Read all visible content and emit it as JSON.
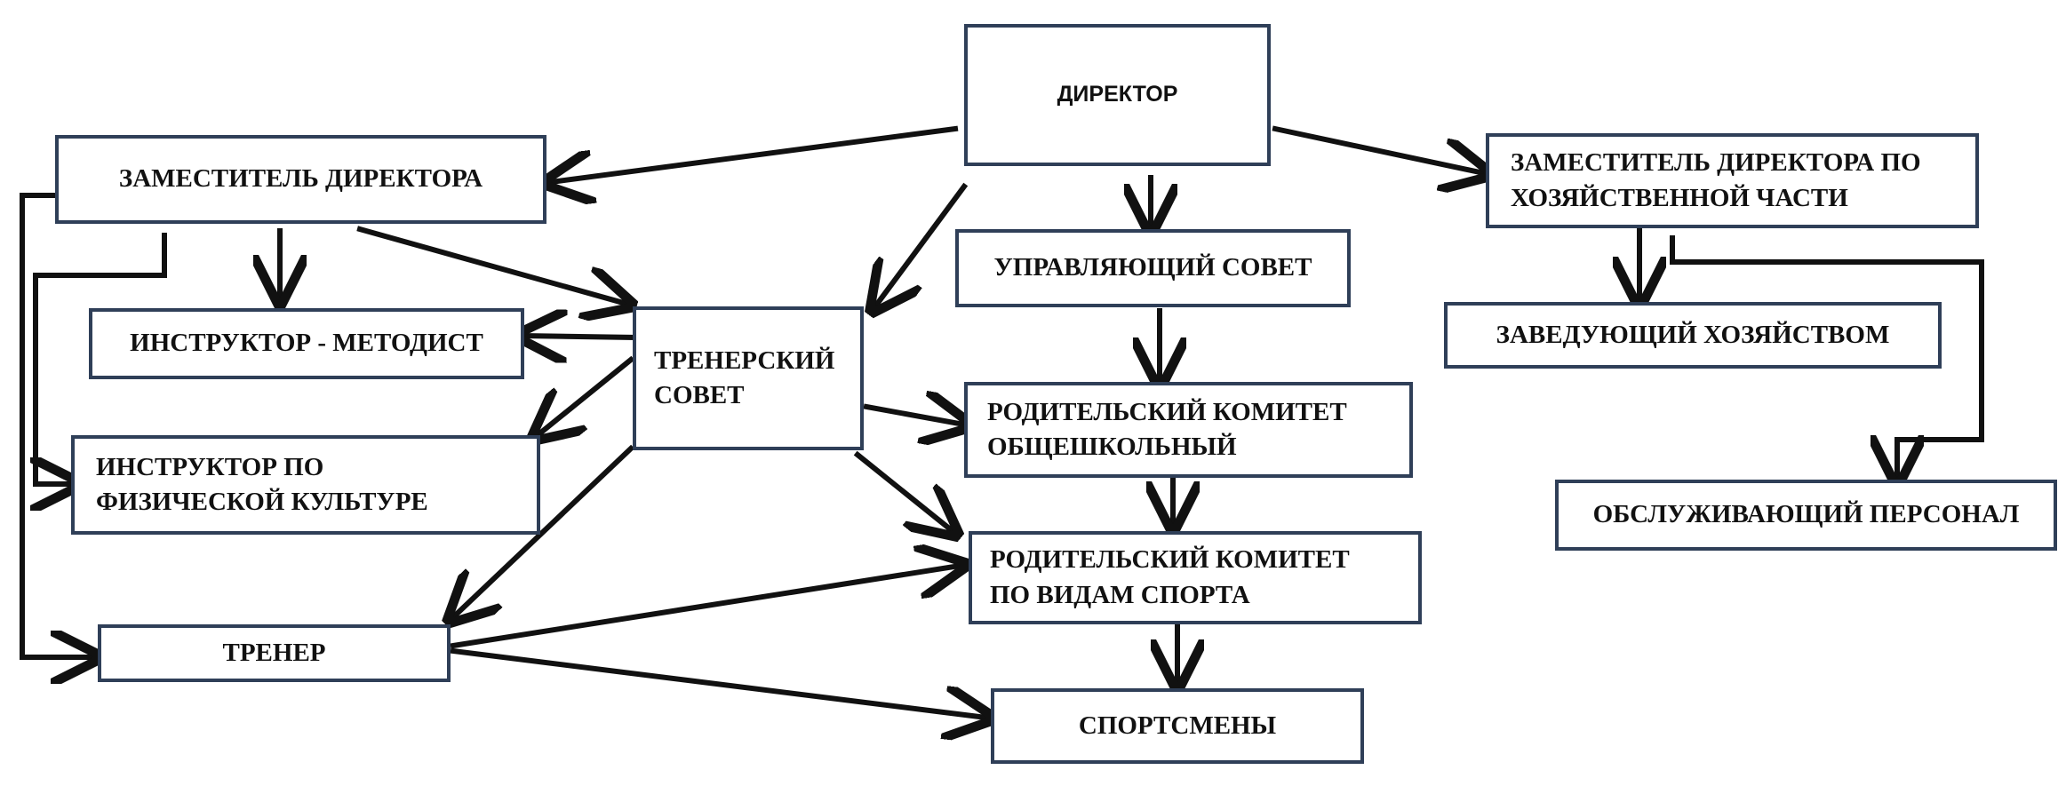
{
  "boxes": {
    "director": "ДИРЕКТОР",
    "deputy_director": "ЗАМЕСТИТЕЛЬ ДИРЕКТОРА",
    "deputy_director_facilities": "ЗАМЕСТИТЕЛЬ ДИРЕКТОРА ПО\nХОЗЯЙСТВЕННОЙ ЧАСТИ",
    "governing_council": "УПРАВЛЯЮЩИЙ СОВЕТ",
    "head_of_facilities": "ЗАВЕДУЮЩИЙ ХОЗЯЙСТВОМ",
    "instructor_methodist": "ИНСТРУКТОР - МЕТОДИСТ",
    "coaching_council": "ТРЕНЕРСКИЙ\nСОВЕТ",
    "school_parent_committee": "РОДИТЕЛЬСКИЙ КОМИТЕТ\nОБЩЕШКОЛЬНЫЙ",
    "pe_instructor": "ИНСТРУКТОР ПО\nФИЗИЧЕСКОЙ КУЛЬТУРЕ",
    "service_staff": "ОБСЛУЖИВАЮЩИЙ ПЕРСОНАЛ",
    "sport_parent_committee": "РОДИТЕЛЬСКИЙ КОМИТЕТ\nПО ВИДАМ СПОРТА",
    "coach": "ТРЕНЕР",
    "athletes": "СПОРТСМЕНЫ"
  },
  "colors": {
    "box_border": "#2f3f58",
    "arrow": "#111111",
    "text": "#111111",
    "background": "#ffffff"
  }
}
